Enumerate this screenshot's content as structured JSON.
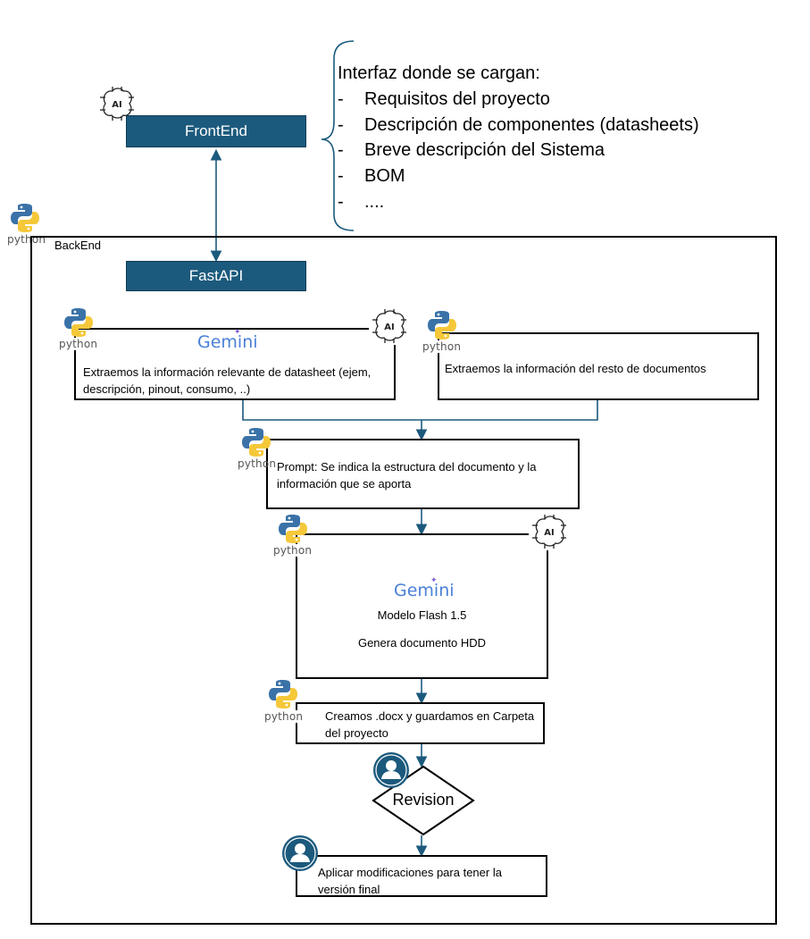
{
  "frontend": {
    "label": "FrontEnd"
  },
  "fastapi": {
    "label": "FastAPI"
  },
  "interface_note": {
    "intro": "Interfaz donde se cargan:",
    "items": [
      "Requisitos del proyecto",
      "Descripción de componentes (datasheets)",
      "Breve descripción del Sistema",
      "BOM",
      "...."
    ],
    "bullet": "-"
  },
  "backend": {
    "label": "BackEnd"
  },
  "python_label": "python",
  "gemini_label": "Gemini",
  "ai_label": "AI",
  "steps": {
    "datasheet": "Extraemos la información relevante de datasheet (ejem, descripción, pinout, consumo, ..)",
    "other_docs": "Extraemos la información del resto de documentos",
    "prompt": "Prompt: Se indica la estructura del documento y la información que se aporta",
    "model": "Modelo Flash 1.5",
    "generate": "Genera documento HDD",
    "docx": "Creamos .docx y guardamos en Carpeta del proyecto",
    "revision": "Revision",
    "final": "Aplicar modificaciones para tener la versión final"
  },
  "colors": {
    "navy": "#1c5a7d",
    "arrow": "#1c5a7d",
    "python_blue": "#3a72a8",
    "python_yellow": "#f5c83a",
    "gemini": "#4a7fd8",
    "user_circle": "#1c5a7d"
  }
}
